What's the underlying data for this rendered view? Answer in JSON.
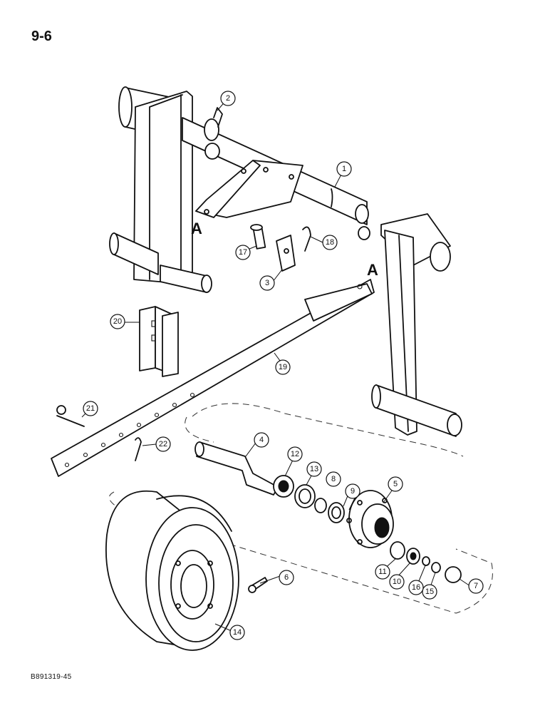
{
  "page_number": "9-6",
  "reference_code": "B891319-45",
  "section_markers": {
    "left": "A",
    "right": "A"
  },
  "callouts": [
    "1",
    "2",
    "3",
    "4",
    "5",
    "6",
    "7",
    "8",
    "9",
    "10",
    "11",
    "12",
    "13",
    "14",
    "15",
    "16",
    "17",
    "18",
    "19",
    "20",
    "21",
    "22"
  ]
}
